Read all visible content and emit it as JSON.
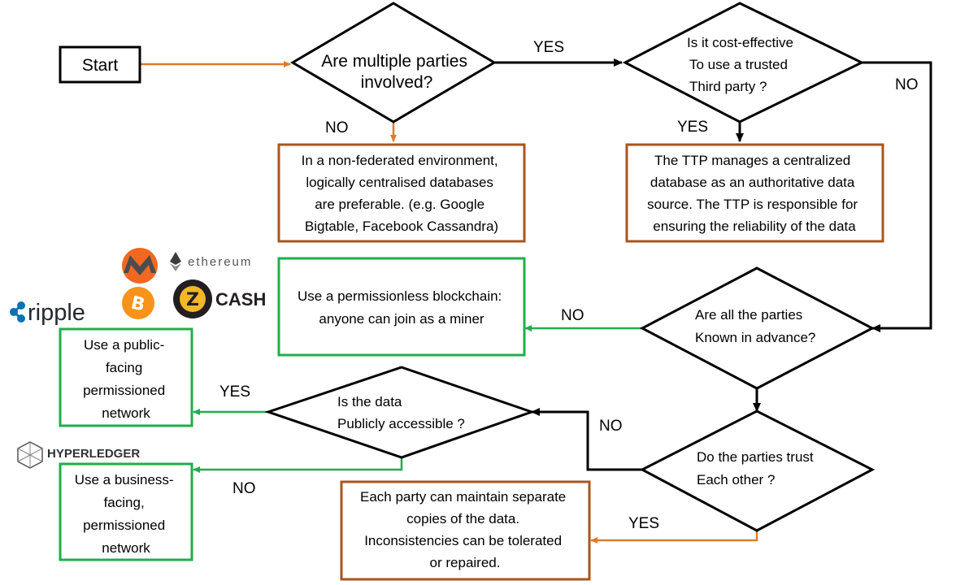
{
  "colors": {
    "orange": "#e07b2a",
    "brown": "#a9561c",
    "green": "#1fae4b",
    "black": "#000000",
    "monero": "#f26822",
    "bitcoin": "#f7931a",
    "ripple": "#23292f",
    "ripple_dot": "#0a73b4",
    "zcash": "#231f20"
  },
  "nodes": {
    "start": "Start",
    "d_multiple": [
      "Are multiple parties",
      "involved?"
    ],
    "d_cost": [
      "Is it cost-effective",
      "To use a trusted",
      "Third party ?"
    ],
    "b_nonfederated": [
      "In a non-federated environment,",
      "logically centralised databases",
      "are preferable. (e.g. Google",
      "Bigtable, Facebook Cassandra)"
    ],
    "b_ttp": [
      "The TTP manages a centralized",
      "database as an authoritative data",
      "source. The TTP is responsible for",
      "ensuring the reliability of the data"
    ],
    "b_permissionless": [
      "Use a permissionless blockchain:",
      "anyone can join as a miner"
    ],
    "d_known": [
      "Are all the parties",
      "Known in advance?"
    ],
    "b_public": [
      "Use a public-",
      "facing",
      "permissioned",
      "network"
    ],
    "d_public_data": [
      "Is the data",
      "Publicly accessible ?"
    ],
    "d_trust": [
      "Do the parties trust",
      "Each other ?"
    ],
    "b_business": [
      "Use a business-",
      "facing,",
      "permissioned",
      "network"
    ],
    "b_separate": [
      "Each party can maintain separate",
      "copies of the data.",
      "Inconsistencies can be tolerated",
      "or repaired."
    ]
  },
  "edge_labels": {
    "multiple_yes": "YES",
    "multiple_no": "NO",
    "cost_no": "NO",
    "cost_yes": "YES",
    "known_no": "NO",
    "public_yes": "YES",
    "public_no": "NO",
    "trust_no": "NO",
    "trust_yes": "YES"
  },
  "logos": {
    "ethereum": "ethereum",
    "cash": "CASH",
    "ripple": "ripple",
    "hyperledger": "HYPERLEDGER",
    "monero_icon": "monero-icon",
    "bitcoin_icon": "bitcoin-icon",
    "zcash_icon": "zcash-icon",
    "ethereum_icon": "ethereum-icon",
    "ripple_icon": "ripple-icon",
    "hyperledger_icon": "hyperledger-icon"
  }
}
